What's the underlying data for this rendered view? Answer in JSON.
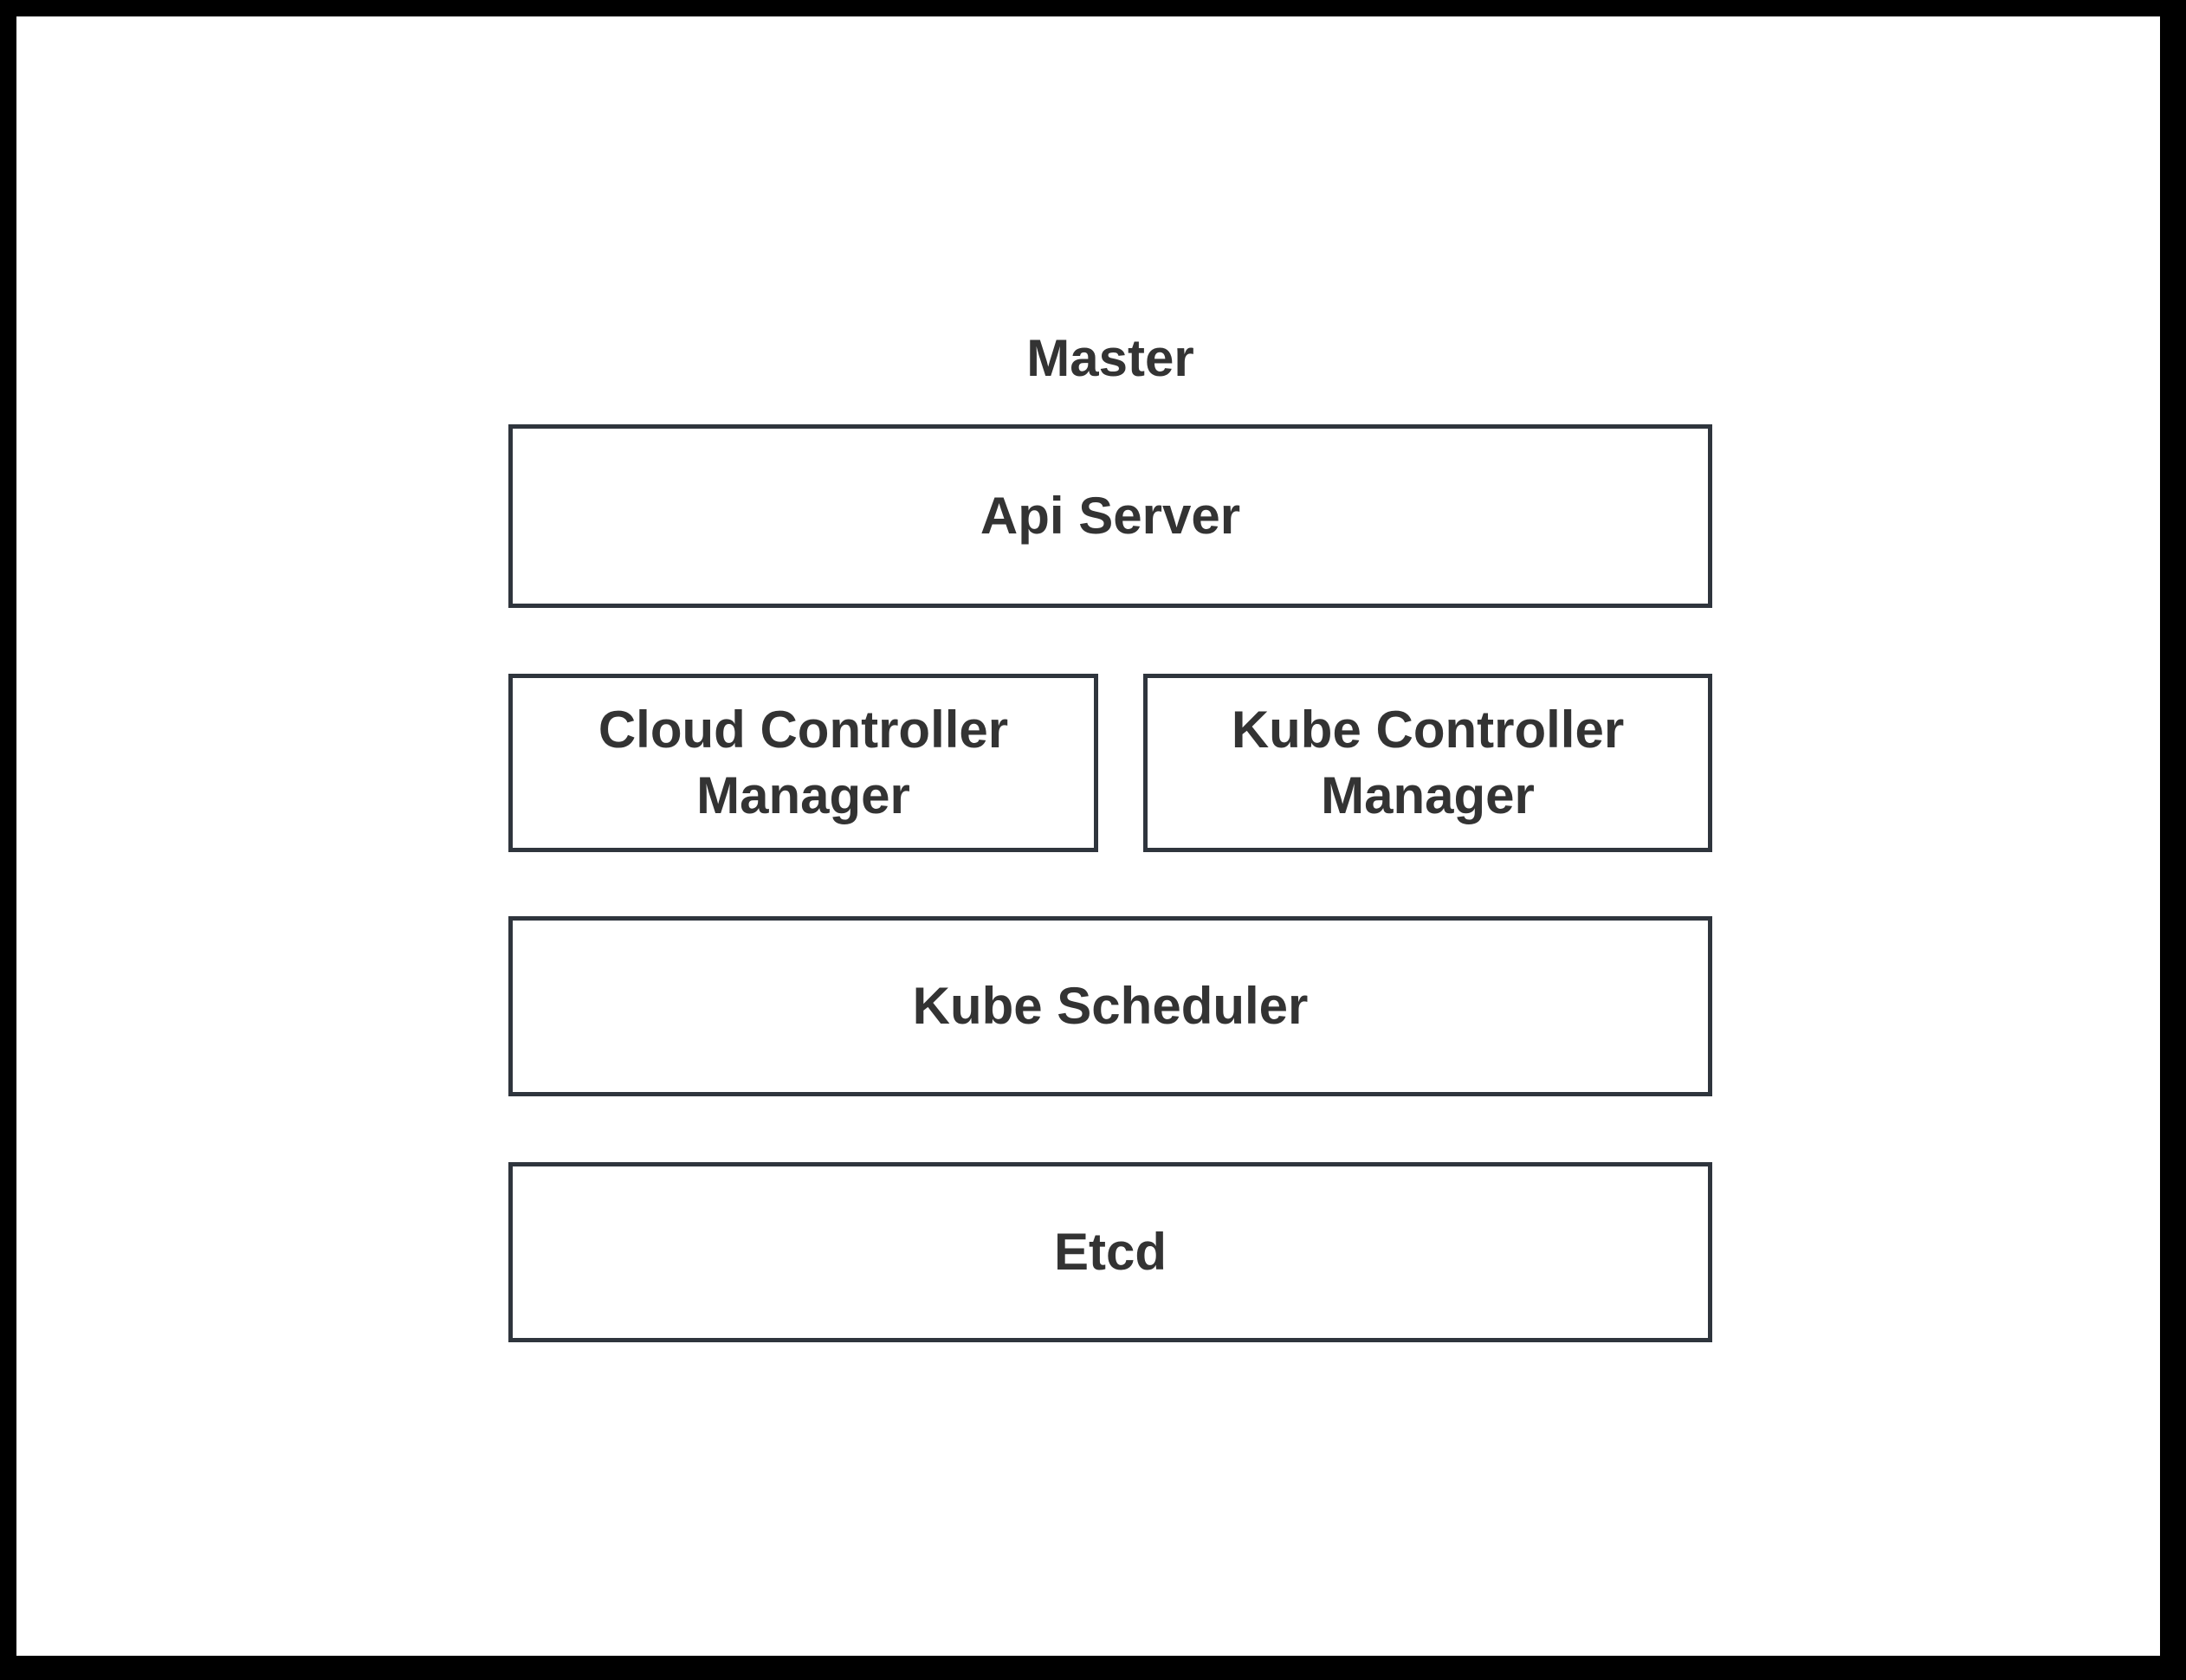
{
  "window": {
    "frame_color": "#000000",
    "canvas_color": "#ffffff"
  },
  "diagram": {
    "title": "Master",
    "colors": {
      "border": "#2f353d",
      "text": "#333333"
    },
    "nodes": [
      {
        "id": "api-server",
        "label": "Api Server"
      },
      {
        "id": "cloud-controller-manager",
        "label": "Cloud Controller Manager"
      },
      {
        "id": "kube-controller-manager",
        "label": "Kube Controller Manager"
      },
      {
        "id": "kube-scheduler",
        "label": "Kube Scheduler"
      },
      {
        "id": "etcd",
        "label": "Etcd"
      }
    ]
  }
}
